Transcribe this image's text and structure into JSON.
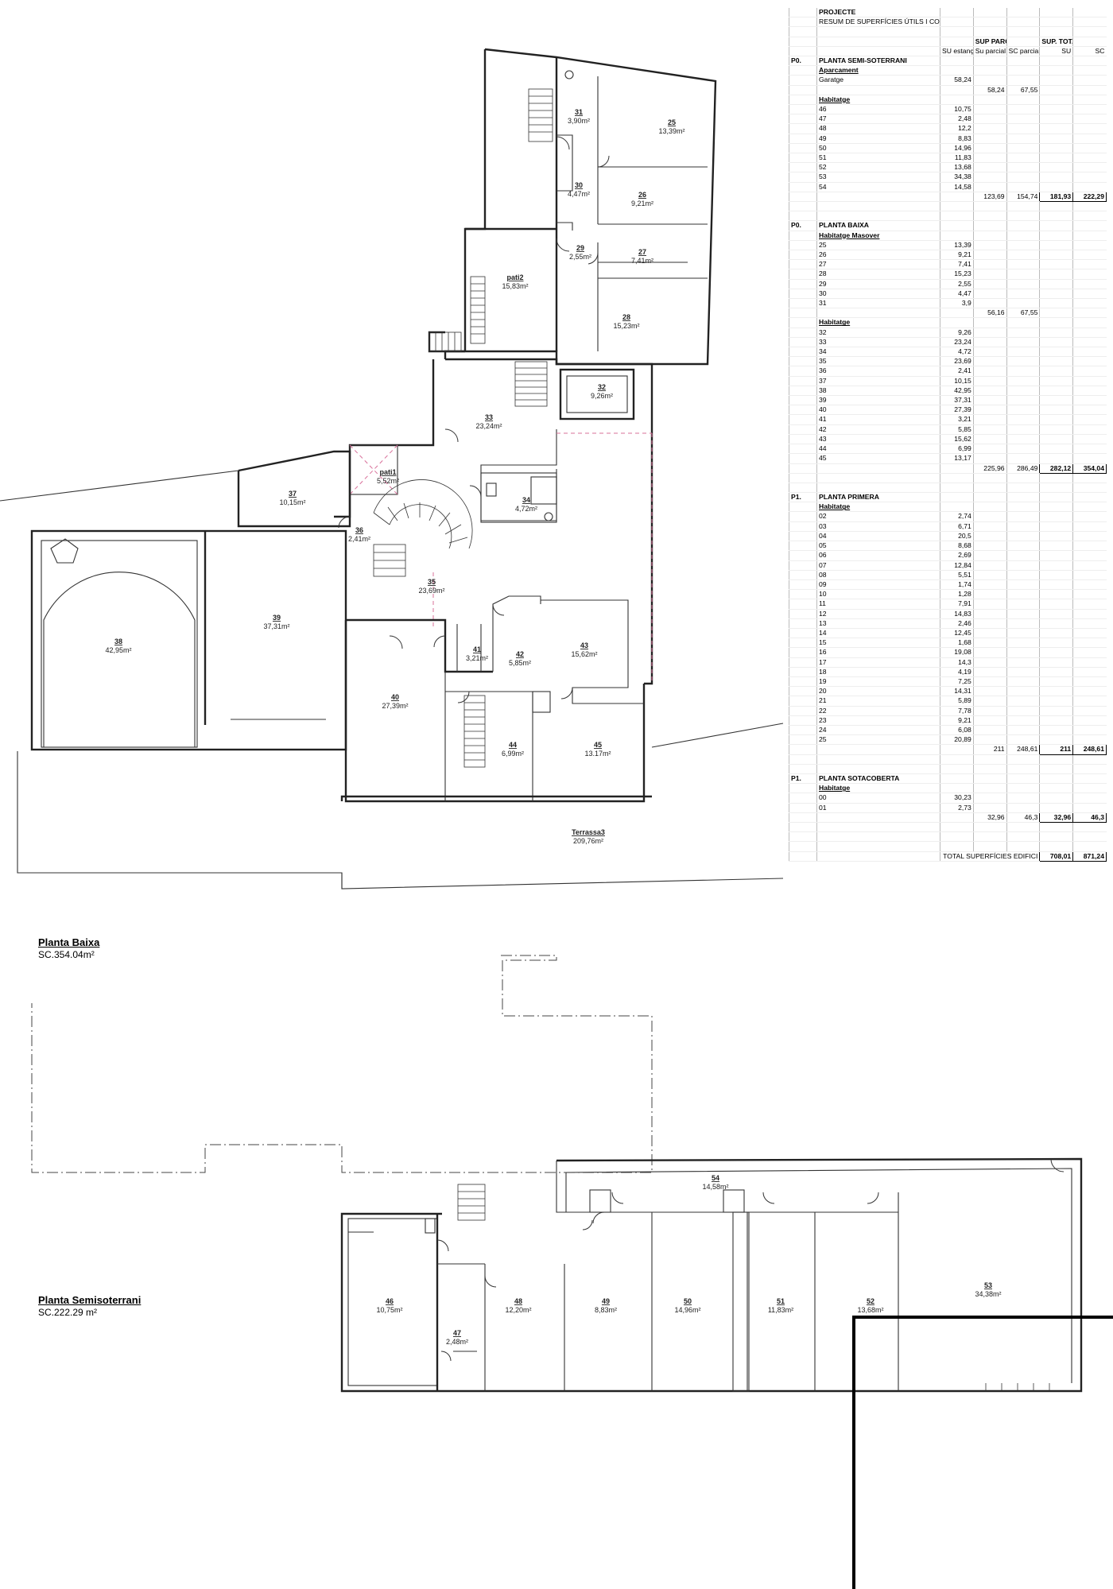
{
  "summary": {
    "title": "PROJECTE",
    "subtitle": "RESUM DE SUPERFÍCIES ÚTILS I CONSTRUÏDES PER PLANTES",
    "group_headers": [
      "SUP PARCIALS",
      "SUP. TOTALS"
    ],
    "col_headers": [
      "SU estança",
      "Su parcial",
      "SC parcial",
      "SU",
      "SC"
    ],
    "sections": [
      {
        "code": "P0.",
        "name": "PLANTA SEMI-SOTERRANI",
        "groups": [
          {
            "name": "Aparcament",
            "rows": [
              [
                "Garatge",
                "58,24"
              ]
            ],
            "subtotal": [
              "58,24",
              "67,55"
            ]
          },
          {
            "name": "Habitatge",
            "rows": [
              [
                "46",
                "10,75"
              ],
              [
                "47",
                "2,48"
              ],
              [
                "48",
                "12,2"
              ],
              [
                "49",
                "8,83"
              ],
              [
                "50",
                "14,96"
              ],
              [
                "51",
                "11,83"
              ],
              [
                "52",
                "13,68"
              ],
              [
                "53",
                "34,38"
              ],
              [
                "54",
                "14,58"
              ]
            ],
            "subtotal": [
              "123,69",
              "154,74"
            ]
          }
        ],
        "totals": [
          "181,93",
          "222,29"
        ]
      },
      {
        "code": "P0.",
        "name": "PLANTA BAIXA",
        "groups": [
          {
            "name": "Habitatge Masover",
            "rows": [
              [
                "25",
                "13,39"
              ],
              [
                "26",
                "9,21"
              ],
              [
                "27",
                "7,41"
              ],
              [
                "28",
                "15,23"
              ],
              [
                "29",
                "2,55"
              ],
              [
                "30",
                "4,47"
              ],
              [
                "31",
                "3,9"
              ]
            ],
            "subtotal": [
              "56,16",
              "67,55"
            ]
          },
          {
            "name": "Habitatge",
            "rows": [
              [
                "32",
                "9,26"
              ],
              [
                "33",
                "23,24"
              ],
              [
                "34",
                "4,72"
              ],
              [
                "35",
                "23,69"
              ],
              [
                "36",
                "2,41"
              ],
              [
                "37",
                "10,15"
              ],
              [
                "38",
                "42,95"
              ],
              [
                "39",
                "37,31"
              ],
              [
                "40",
                "27,39"
              ],
              [
                "41",
                "3,21"
              ],
              [
                "42",
                "5,85"
              ],
              [
                "43",
                "15,62"
              ],
              [
                "44",
                "6,99"
              ],
              [
                "45",
                "13,17"
              ]
            ],
            "subtotal": [
              "225,96",
              "286,49"
            ]
          }
        ],
        "totals": [
          "282,12",
          "354,04"
        ]
      },
      {
        "code": "P1.",
        "name": "PLANTA PRIMERA",
        "groups": [
          {
            "name": "Habitatge",
            "rows": [
              [
                "02",
                "2,74"
              ],
              [
                "03",
                "6,71"
              ],
              [
                "04",
                "20,5"
              ],
              [
                "05",
                "8,68"
              ],
              [
                "06",
                "2,69"
              ],
              [
                "07",
                "12,84"
              ],
              [
                "08",
                "5,51"
              ],
              [
                "09",
                "1,74"
              ],
              [
                "10",
                "1,28"
              ],
              [
                "11",
                "7,91"
              ],
              [
                "12",
                "14,83"
              ],
              [
                "13",
                "2,46"
              ],
              [
                "14",
                "12,45"
              ],
              [
                "15",
                "1,68"
              ],
              [
                "16",
                "19,08"
              ],
              [
                "17",
                "14,3"
              ],
              [
                "18",
                "4,19"
              ],
              [
                "19",
                "7,25"
              ],
              [
                "20",
                "14,31"
              ],
              [
                "21",
                "5,89"
              ],
              [
                "22",
                "7,78"
              ],
              [
                "23",
                "9,21"
              ],
              [
                "24",
                "6,08"
              ],
              [
                "25",
                "20,89"
              ]
            ],
            "subtotal": [
              "211",
              "248,61"
            ]
          }
        ],
        "totals": [
          "211",
          "248,61"
        ]
      },
      {
        "code": "P1.",
        "name": "PLANTA SOTACOBERTA",
        "groups": [
          {
            "name": "Habitatge",
            "rows": [
              [
                "00",
                "30,23"
              ],
              [
                "01",
                "2,73"
              ]
            ],
            "subtotal": [
              "32,96",
              "46,3"
            ]
          }
        ],
        "totals": [
          "32,96",
          "46,3"
        ]
      }
    ],
    "grand_total_label": "TOTAL SUPERFÍCIES EDIFICI",
    "grand_total": [
      "708,01",
      "871,24"
    ]
  },
  "plans": {
    "baixa": {
      "title": "Planta Baixa",
      "area": "SC.354.04m²"
    },
    "semi": {
      "title": "Planta Semisoterrani",
      "area": "SC.222.29 m²"
    }
  },
  "rooms_baixa": [
    {
      "id": "25",
      "area": "13,39m²"
    },
    {
      "id": "26",
      "area": "9,21m²"
    },
    {
      "id": "27",
      "area": "7,41m²"
    },
    {
      "id": "28",
      "area": "15,23m²"
    },
    {
      "id": "29",
      "area": "2,55m²"
    },
    {
      "id": "30",
      "area": "4,47m²"
    },
    {
      "id": "31",
      "area": "3,90m²"
    },
    {
      "id": "pati2",
      "area": "15,83m²"
    },
    {
      "id": "32",
      "area": "9,26m²"
    },
    {
      "id": "33",
      "area": "23,24m²"
    },
    {
      "id": "pati1",
      "area": "5,52m²"
    },
    {
      "id": "34",
      "area": "4,72m²"
    },
    {
      "id": "37",
      "area": "10,15m²"
    },
    {
      "id": "36",
      "area": "2,41m²"
    },
    {
      "id": "35",
      "area": "23,69m²"
    },
    {
      "id": "38",
      "area": "42,95m²"
    },
    {
      "id": "39",
      "area": "37,31m²"
    },
    {
      "id": "40",
      "area": "27,39m²"
    },
    {
      "id": "41",
      "area": "3,21m²"
    },
    {
      "id": "42",
      "area": "5,85m²"
    },
    {
      "id": "43",
      "area": "15,62m²"
    },
    {
      "id": "44",
      "area": "6,99m²"
    },
    {
      "id": "45",
      "area": "13.17m²"
    },
    {
      "id": "Terrassa3",
      "area": "209,76m²"
    }
  ],
  "rooms_semi": [
    {
      "id": "54",
      "area": "14,58m²"
    },
    {
      "id": "46",
      "area": "10,75m²"
    },
    {
      "id": "47",
      "area": "2,48m²"
    },
    {
      "id": "48",
      "area": "12,20m²"
    },
    {
      "id": "49",
      "area": "8,83m²"
    },
    {
      "id": "50",
      "area": "14,96m²"
    },
    {
      "id": "51",
      "area": "11,83m²"
    },
    {
      "id": "52",
      "area": "13,68m²"
    },
    {
      "id": "53",
      "area": "34,38m²"
    }
  ]
}
